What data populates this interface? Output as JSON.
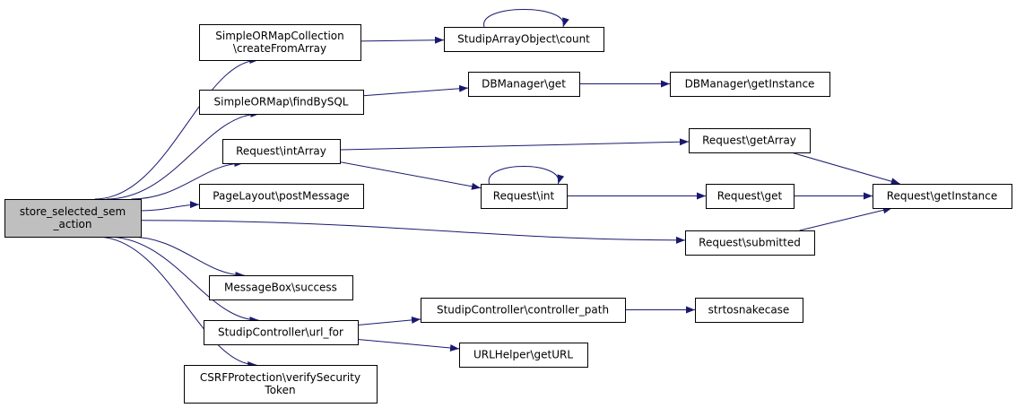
{
  "diagram": {
    "colors": {
      "edge": "#191970",
      "root_fill": "#bfbfbf",
      "node_fill": "#ffffff",
      "border": "#000000"
    },
    "nodes": [
      {
        "id": "root",
        "lines": [
          "store_selected_sem",
          "_action"
        ],
        "root": true
      },
      {
        "id": "n_orm_coll",
        "lines": [
          "SimpleORMapCollection",
          "\\createFromArray"
        ]
      },
      {
        "id": "n_sao_count",
        "lines": [
          "StudipArrayObject\\count"
        ]
      },
      {
        "id": "n_orm_find",
        "lines": [
          "SimpleORMap\\findBySQL"
        ]
      },
      {
        "id": "n_db_get",
        "lines": [
          "DBManager\\get"
        ]
      },
      {
        "id": "n_db_inst",
        "lines": [
          "DBManager\\getInstance"
        ]
      },
      {
        "id": "n_req_intarray",
        "lines": [
          "Request\\intArray"
        ]
      },
      {
        "id": "n_req_getarray",
        "lines": [
          "Request\\getArray"
        ]
      },
      {
        "id": "n_req_int",
        "lines": [
          "Request\\int"
        ]
      },
      {
        "id": "n_req_get",
        "lines": [
          "Request\\get"
        ]
      },
      {
        "id": "n_req_getinst",
        "lines": [
          "Request\\getInstance"
        ]
      },
      {
        "id": "n_pl_post",
        "lines": [
          "PageLayout\\postMessage"
        ]
      },
      {
        "id": "n_req_submitted",
        "lines": [
          "Request\\submitted"
        ]
      },
      {
        "id": "n_msg_success",
        "lines": [
          "MessageBox\\success"
        ]
      },
      {
        "id": "n_sc_urlfor",
        "lines": [
          "StudipController\\url_for"
        ]
      },
      {
        "id": "n_sc_cpath",
        "lines": [
          "StudipController\\controller_path"
        ]
      },
      {
        "id": "n_snake",
        "lines": [
          "strtosnakecase"
        ]
      },
      {
        "id": "n_url_get",
        "lines": [
          "URLHelper\\getURL"
        ]
      },
      {
        "id": "n_csrf",
        "lines": [
          "CSRFProtection\\verifySecurity",
          "Token"
        ]
      }
    ],
    "edges": [
      [
        "root",
        "n_orm_coll"
      ],
      [
        "root",
        "n_orm_find"
      ],
      [
        "root",
        "n_req_intarray"
      ],
      [
        "root",
        "n_pl_post"
      ],
      [
        "root",
        "n_req_submitted"
      ],
      [
        "root",
        "n_msg_success"
      ],
      [
        "root",
        "n_sc_urlfor"
      ],
      [
        "root",
        "n_csrf"
      ],
      [
        "n_orm_coll",
        "n_sao_count"
      ],
      [
        "n_sao_count",
        "n_sao_count"
      ],
      [
        "n_orm_find",
        "n_db_get"
      ],
      [
        "n_db_get",
        "n_db_inst"
      ],
      [
        "n_req_intarray",
        "n_req_getarray"
      ],
      [
        "n_req_intarray",
        "n_req_int"
      ],
      [
        "n_req_int",
        "n_req_int"
      ],
      [
        "n_req_int",
        "n_req_get"
      ],
      [
        "n_req_getarray",
        "n_req_getinst"
      ],
      [
        "n_req_get",
        "n_req_getinst"
      ],
      [
        "n_req_submitted",
        "n_req_getinst"
      ],
      [
        "n_sc_urlfor",
        "n_sc_cpath"
      ],
      [
        "n_sc_urlfor",
        "n_url_get"
      ],
      [
        "n_sc_cpath",
        "n_snake"
      ]
    ]
  }
}
